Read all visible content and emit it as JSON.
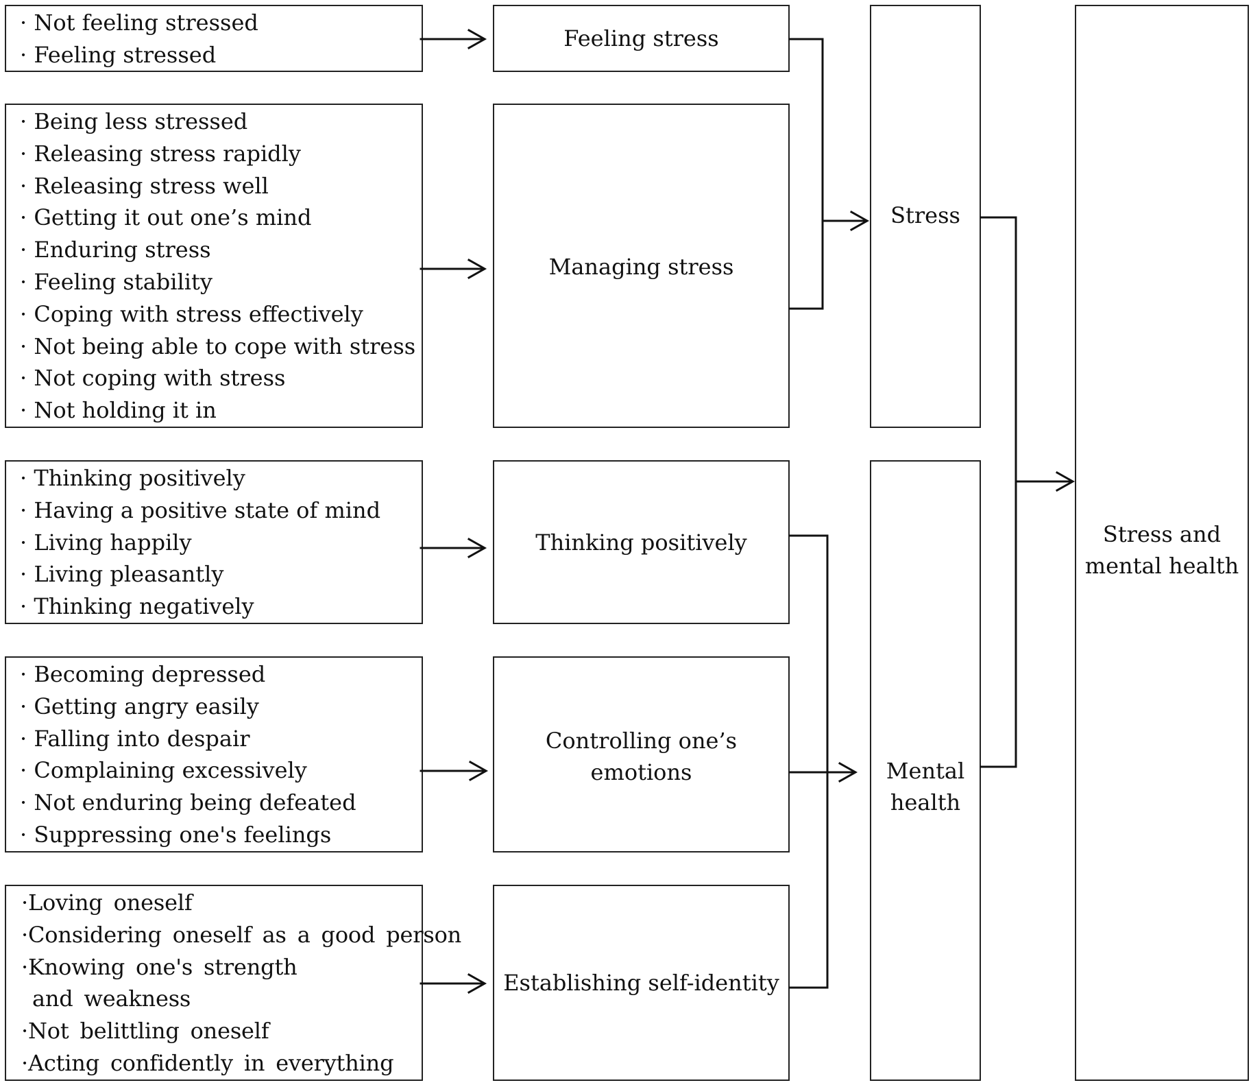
{
  "item_groups": [
    {
      "items": [
        "· Not feeling stressed",
        "· Feeling stressed"
      ]
    },
    {
      "items": [
        "· Being less stressed",
        "· Releasing stress rapidly",
        "· Releasing stress well",
        "· Getting it out one’s mind",
        "· Enduring stress",
        "· Feeling stability",
        "· Coping with stress effectively",
        "· Not being able to cope with stress",
        "· Not coping with stress",
        "· Not holding it in"
      ]
    },
    {
      "items": [
        "· Thinking positively",
        "· Having a positive state of mind",
        "· Living happily",
        "· Living pleasantly",
        "· Thinking negatively"
      ]
    },
    {
      "items": [
        "· Becoming depressed",
        "· Getting angry easily",
        "· Falling into despair",
        "· Complaining excessively",
        "· Not enduring being defeated",
        "· Suppressing one's feelings"
      ]
    },
    {
      "items": [
        "·Loving oneself",
        "·Considering oneself as a good person",
        "·Knowing one's strength and weakness",
        "·Not belittling oneself",
        "·Acting confidently in everything"
      ]
    }
  ],
  "subthemes": [
    "Feeling stress",
    "Managing stress",
    "Thinking positively",
    "Controlling one’s emotions",
    "Establishing self-identity"
  ],
  "themes": {
    "stress": "Stress",
    "mental_health": [
      "Mental",
      "health"
    ]
  },
  "core_theme": [
    "Stress and",
    "mental health"
  ]
}
